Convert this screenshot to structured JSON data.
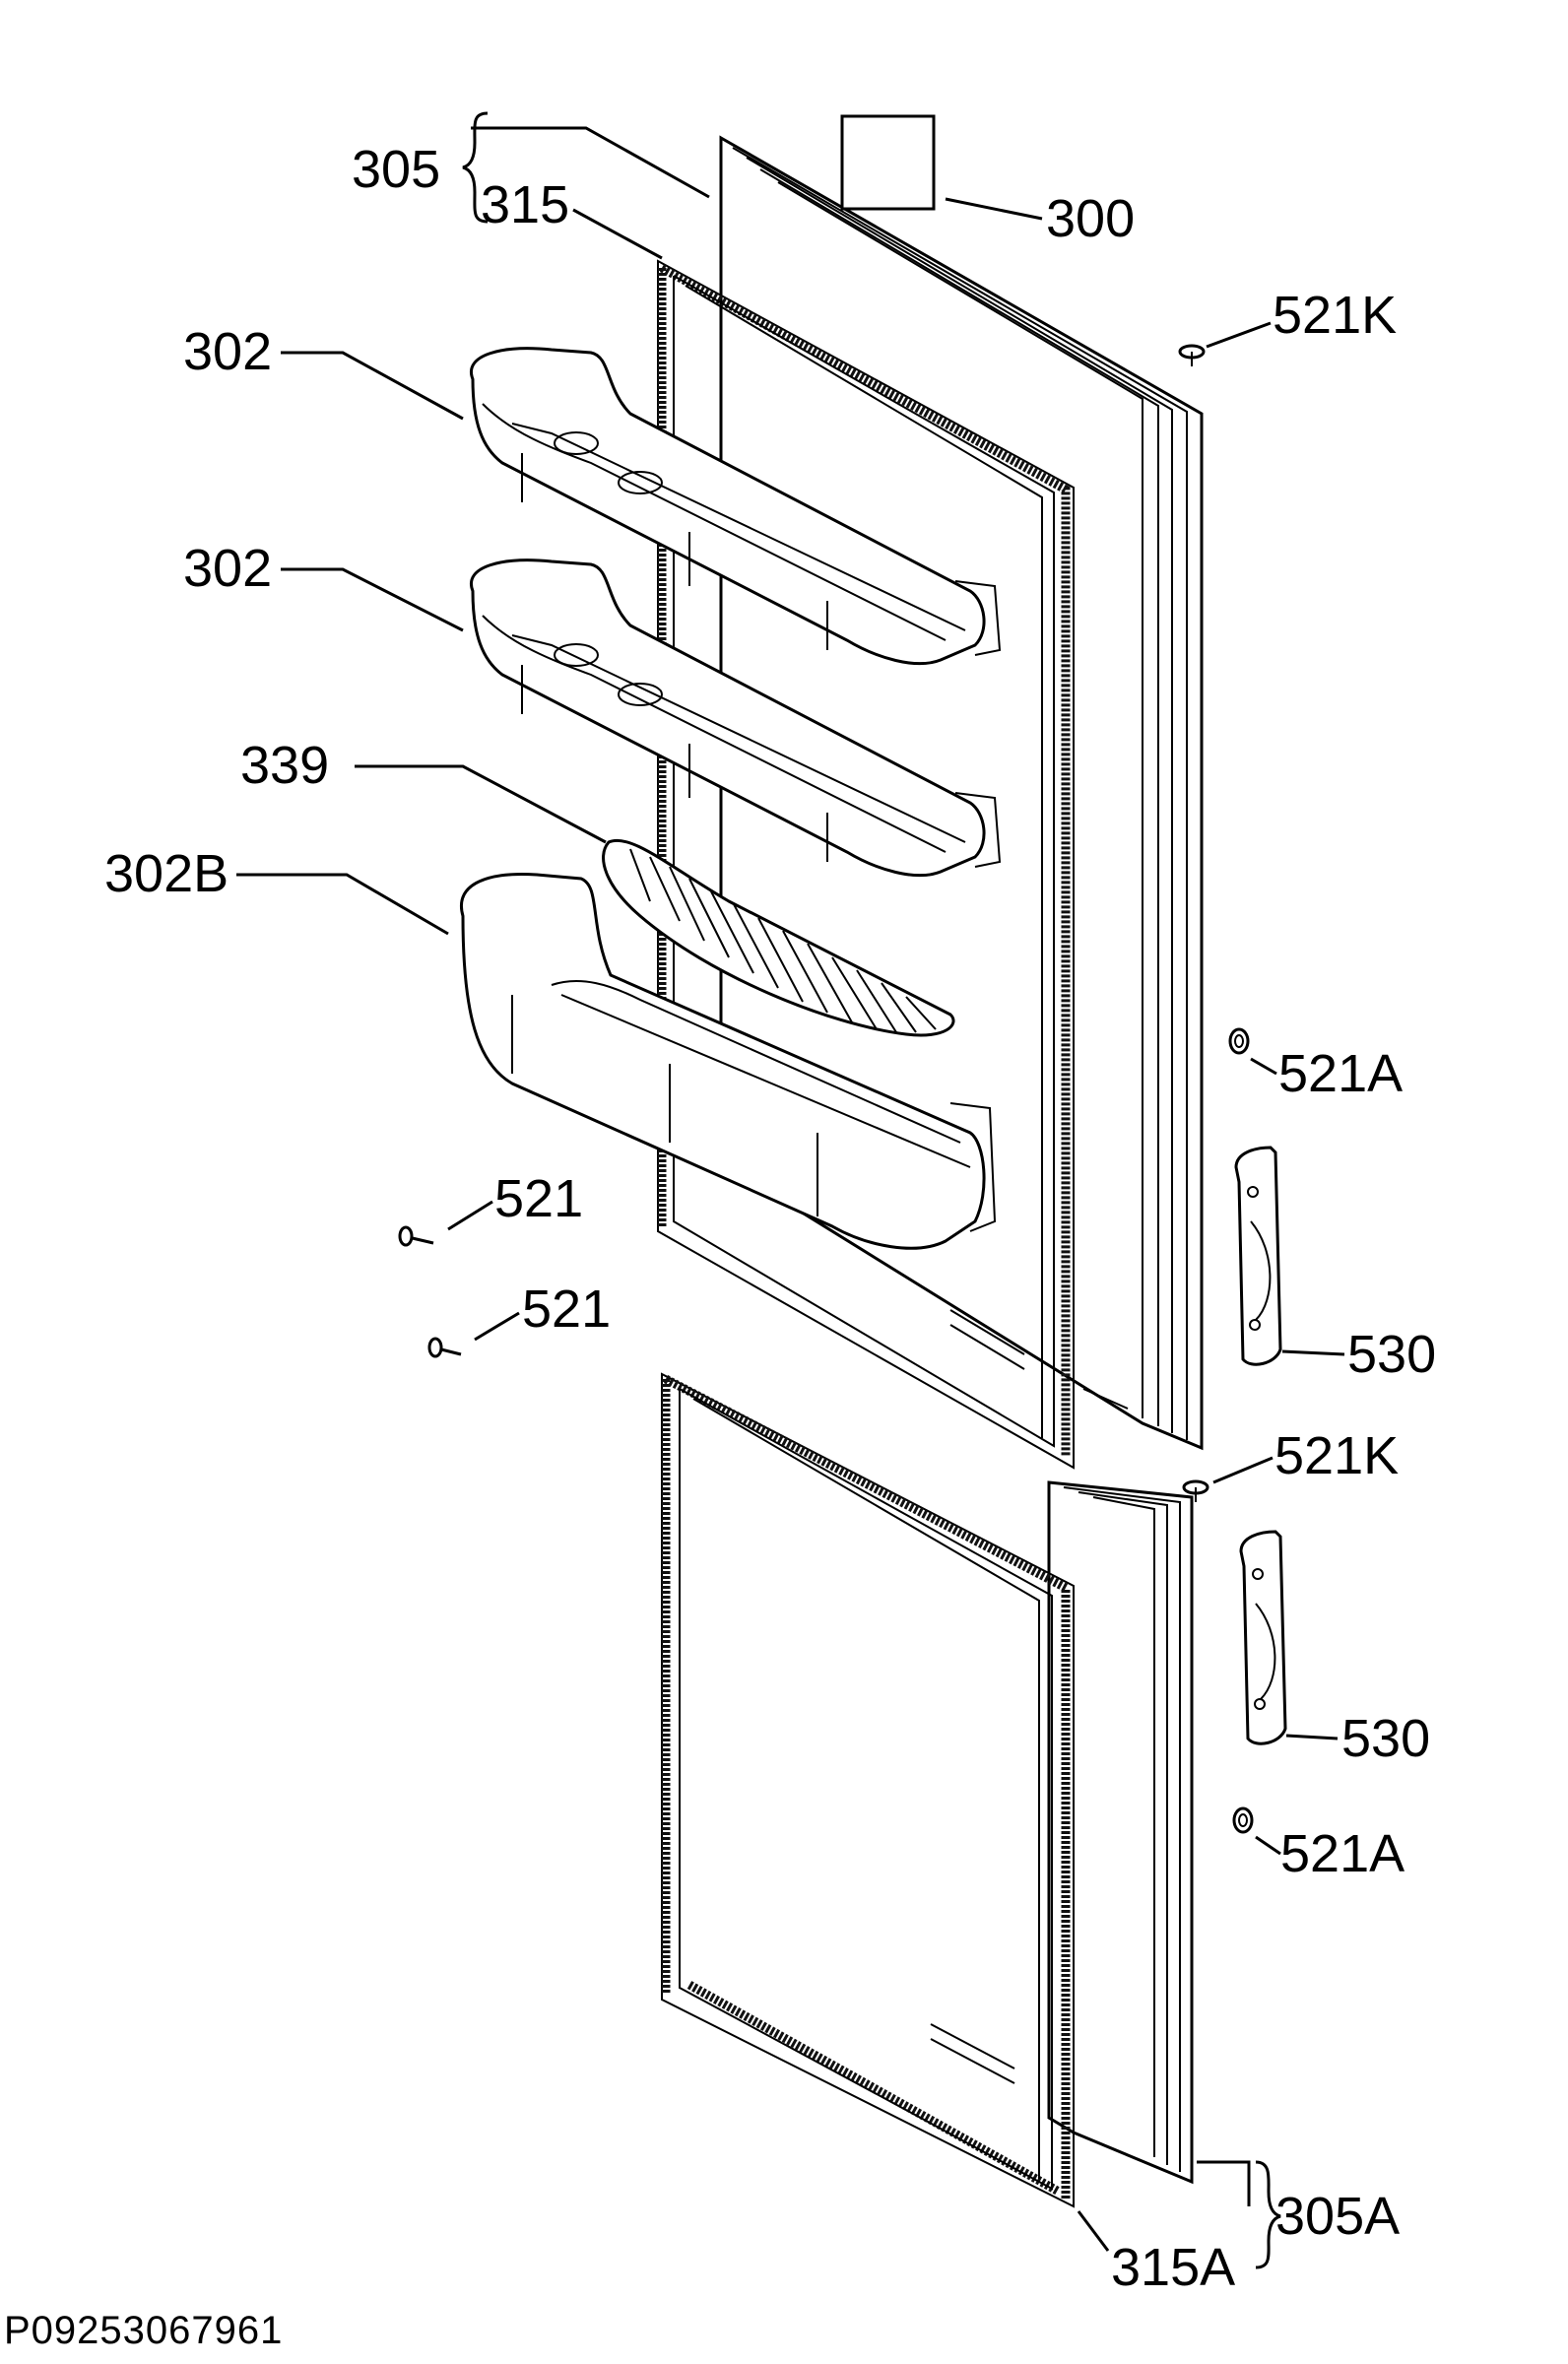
{
  "diagram": {
    "labels": {
      "l305": "305",
      "l315": "315",
      "l300": "300",
      "l521k_top": "521K",
      "l302_a": "302",
      "l302_b": "302",
      "l339": "339",
      "l302b": "302B",
      "l521a_top": "521A",
      "l521_a": "521",
      "l521_b": "521",
      "l530_top": "530",
      "l521k_mid": "521K",
      "l530_bottom": "530",
      "l521a_bottom": "521A",
      "l305a": "305A",
      "l315a": "315A"
    },
    "footer_code": "P09253067961"
  }
}
